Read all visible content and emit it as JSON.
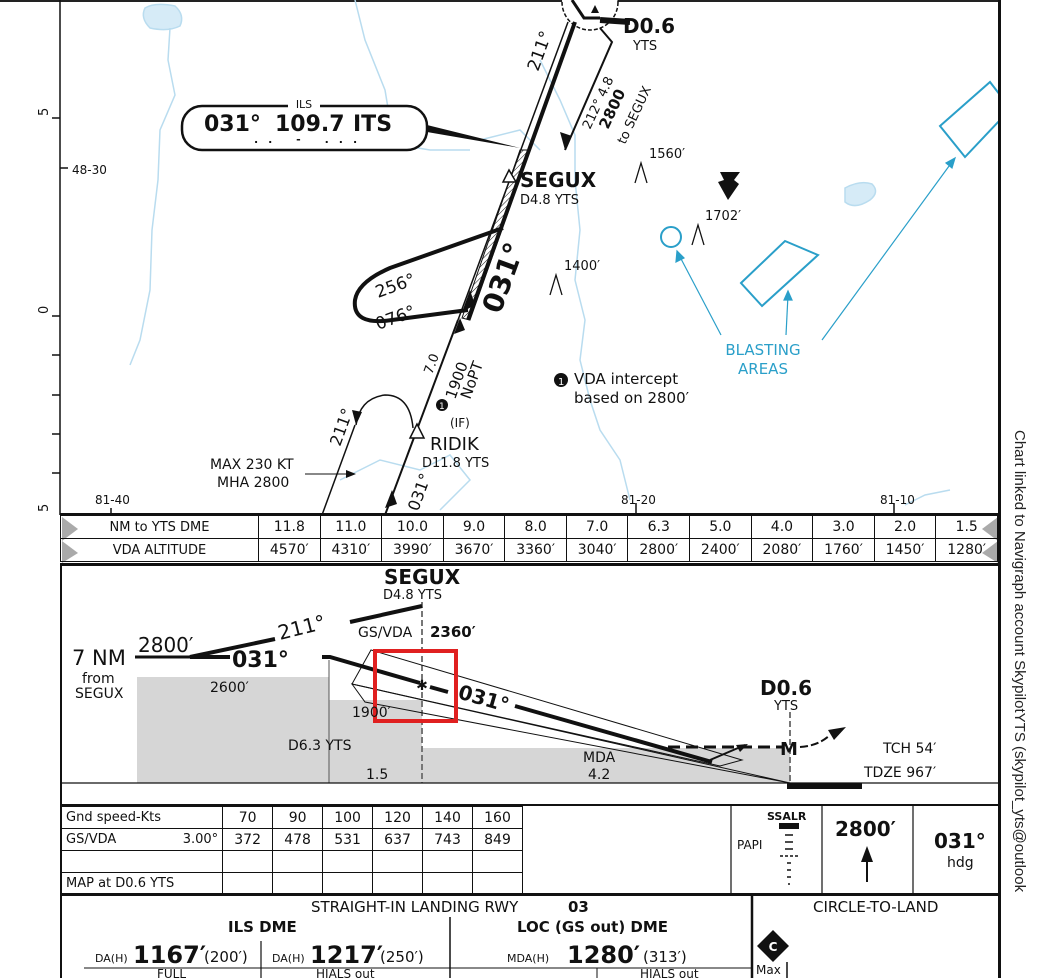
{
  "plan_view": {
    "ils_box": {
      "header": "ILS",
      "course": "031°",
      "frequency": "109.7",
      "ident": "ITS",
      "morse": ".. - ..."
    },
    "airport_fix": {
      "name": "D0.6",
      "sub": "YTS"
    },
    "outbound_course": "211°",
    "segux_leg": {
      "line1": "212° 4.8",
      "line2": "2800",
      "line3": "to SEGUX"
    },
    "segux": {
      "name": "SEGUX",
      "sub": "D4.8 YTS"
    },
    "hold": {
      "inbound": "076°",
      "outbound": "256°"
    },
    "final_course": "031°",
    "ridik_leg": {
      "dist": "7.0",
      "alt": "1900",
      "note": "NoPT",
      "note_num": "1"
    },
    "ridik": {
      "role": "(IF)",
      "name": "RIDIK",
      "sub": "D11.8 YTS"
    },
    "procedure_turn": {
      "outbound": "211°",
      "inbound": "031°"
    },
    "speed_restriction": {
      "line1": "MAX 230 KT",
      "line2": "MHA 2800"
    },
    "vda_note": {
      "num": "1",
      "line1": "VDA intercept",
      "line2": "based on 2800′"
    },
    "obstacles": [
      {
        "elev": "1560′"
      },
      {
        "elev": "1702′"
      },
      {
        "elev": "1400′"
      }
    ],
    "blasting_label": {
      "line1": "BLASTING",
      "line2": "AREAS"
    },
    "grid": {
      "lat_label": "48-30",
      "left_ticks": [
        "5",
        "0",
        "5"
      ],
      "lon_labels": [
        "81-40",
        "81-20",
        "81-10"
      ]
    }
  },
  "dme_table": {
    "row1_label": "NM to YTS DME",
    "row2_label": "VDA ALTITUDE",
    "distances": [
      "11.8",
      "11.0",
      "10.0",
      "9.0",
      "8.0",
      "7.0",
      "6.3",
      "5.0",
      "4.0",
      "3.0",
      "2.0",
      "1.5"
    ],
    "altitudes": [
      "4570′",
      "4310′",
      "3990′",
      "3670′",
      "3360′",
      "3040′",
      "2800′",
      "2400′",
      "2080′",
      "1760′",
      "1450′",
      "1280′"
    ]
  },
  "profile": {
    "segux": {
      "name": "SEGUX",
      "sub": "D4.8 YTS"
    },
    "outbound": "211°",
    "gs_vda": {
      "label": "GS/VDA",
      "alt": "2360′"
    },
    "start": {
      "line1": "7 NM",
      "line2": "from",
      "line3": "SEGUX"
    },
    "alt_2800": "2800′",
    "inbound": "031°",
    "alt_2600": "2600′",
    "alt_1900": "1900′",
    "final_course": "031°",
    "d63": "D6.3 YTS",
    "dist_15": "1.5",
    "mda": {
      "label": "MDA",
      "dist": "4.2"
    },
    "map_fix": {
      "name": "D0.6",
      "sub": "YTS",
      "symbol": "M"
    },
    "tch": "TCH 54′",
    "tdze": "TDZE 967′"
  },
  "gs_table": {
    "row1_label": "Gnd speed-Kts",
    "row2_label": "GS/VDA",
    "row2_angle": "3.00°",
    "row4_label": "MAP at D0.6 YTS",
    "speeds": [
      "70",
      "90",
      "100",
      "120",
      "140",
      "160"
    ],
    "rates": [
      "372",
      "478",
      "531",
      "637",
      "743",
      "849"
    ]
  },
  "lights": {
    "ssalr": "SSALR",
    "papi": "PAPI"
  },
  "missed_approach": {
    "altitude": "2800′",
    "heading": "031°",
    "heading_label": "hdg"
  },
  "minimums": {
    "title": "STRAIGHT-IN LANDING RWY",
    "runway": "03",
    "ils": {
      "title": "ILS DME",
      "col1": {
        "prefix": "DA(H)",
        "value": "1167′",
        "height": "(200′)",
        "label": "FULL"
      },
      "col2": {
        "prefix": "DA(H)",
        "value": "1217′",
        "height": "(250′)",
        "label": "HIALS out"
      }
    },
    "loc": {
      "title": "LOC (GS out) DME",
      "prefix": "MDA(H)",
      "value": "1280′",
      "height": "(313′)",
      "label": "HIALS out"
    },
    "circle": {
      "title": "CIRCLE-TO-LAND",
      "icon_letter": "C",
      "max_label": "Max"
    }
  },
  "sidebar_note": "Chart linked to Navigraph account SkypilotYTS (skypilot_yts@outlook",
  "colors": {
    "water": "#d6ebf7",
    "water_line": "#b9dcef",
    "blasting": "#2a9fc9",
    "terrain": "#d6d6d6",
    "highlight": "#e02020"
  }
}
